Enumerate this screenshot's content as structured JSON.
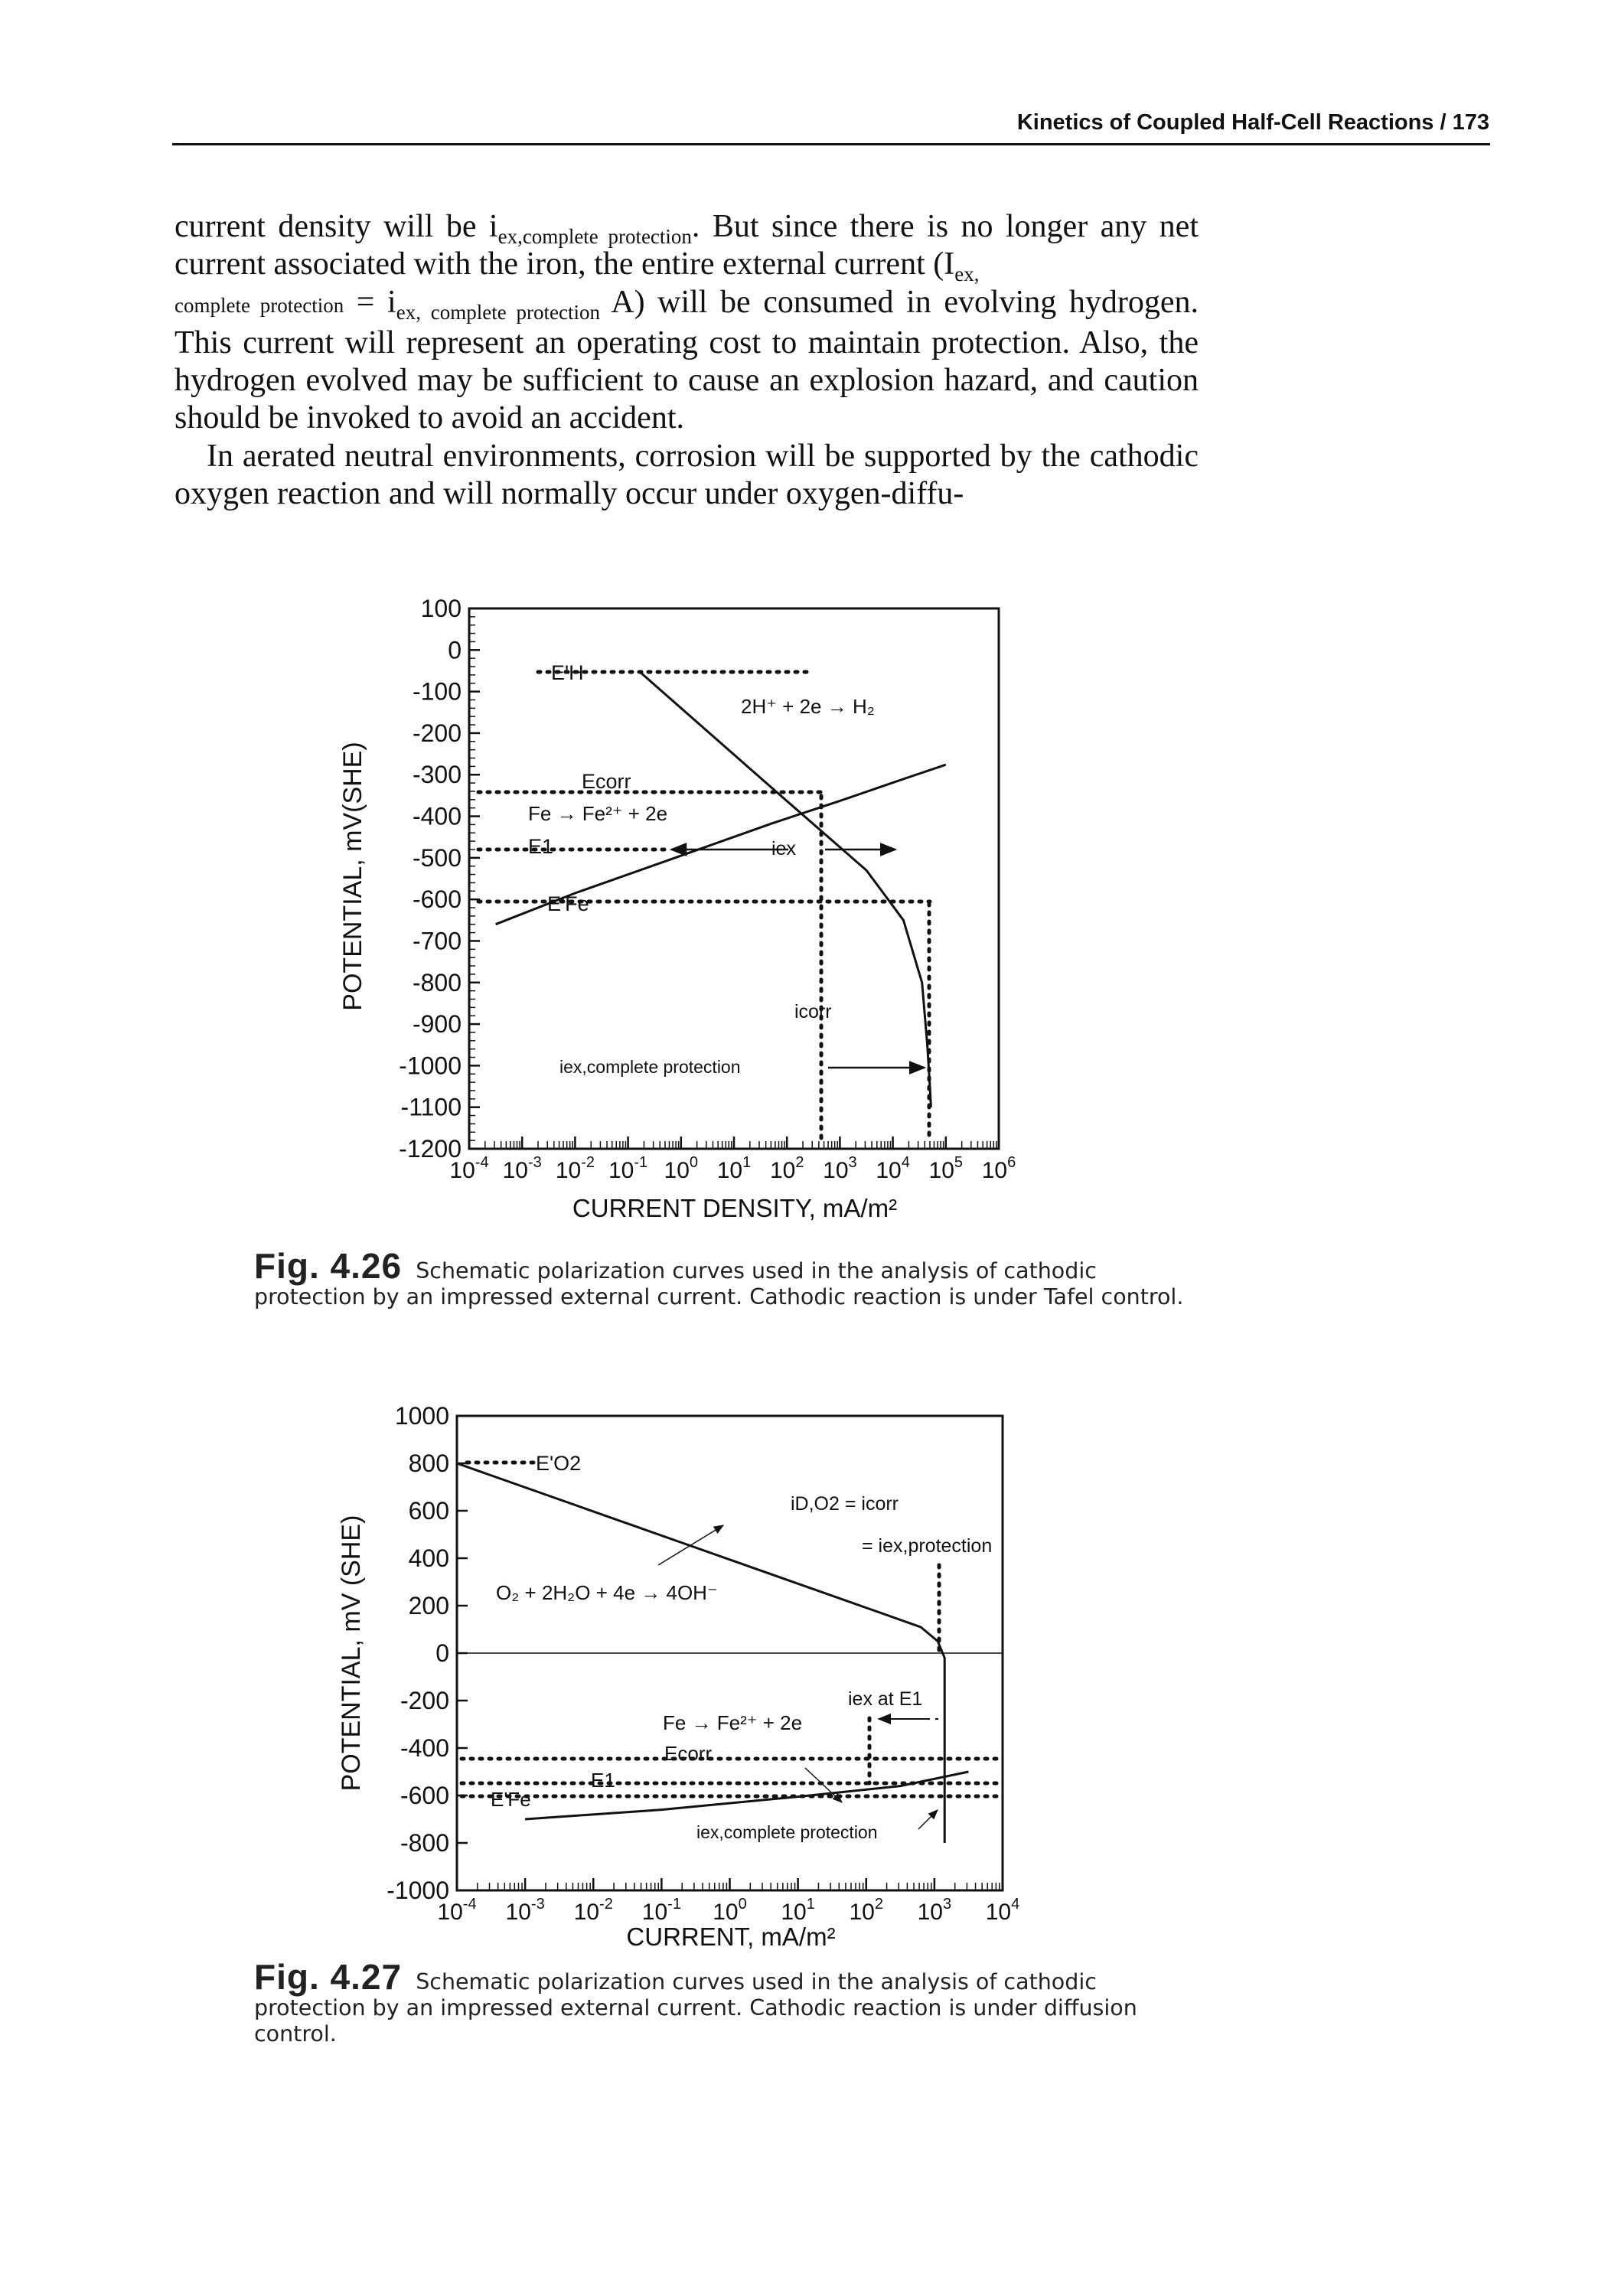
{
  "running_head": "Kinetics of Coupled Half-Cell Reactions / 173",
  "paragraph1": {
    "t1": "current density will be i",
    "s1": "ex,complete protection",
    "t2": ". But since there is no longer any net current associated with the iron, the entire external current (I",
    "s2": "ex,",
    "s3": "complete protection",
    "t3": " = i",
    "s4": "ex, complete protection",
    "t4": " A) will be consumed in evolving hydrogen. This current will represent an operating cost to maintain protection. Also, the hydrogen evolved may be sufficient to cause an explosion hazard, and caution should be invoked to avoid an accident."
  },
  "paragraph2": "In aerated neutral environments, corrosion will be supported by the cathodic oxygen reaction and will normally occur under oxygen-diffu-",
  "chart_data": [
    {
      "type": "line",
      "ylabel": "POTENTIAL, mV(SHE)",
      "xlabel": "CURRENT DENSITY, mA/m²",
      "ylim": [
        -1200,
        100
      ],
      "xlim_log10": [
        -4,
        6
      ],
      "y_ticks": [
        "100",
        "0",
        "-100",
        "-200",
        "-300",
        "-400",
        "-500",
        "-600",
        "-700",
        "-800",
        "-900",
        "-1000",
        "-1100",
        "-1200"
      ],
      "x_tick_exponents": [
        "-4",
        "-3",
        "-2",
        "-1",
        "0",
        "1",
        "2",
        "3",
        "4",
        "5",
        "6"
      ],
      "series": [
        {
          "name": "2H⁺ + 2e → H₂",
          "x_log10": [
            -0.8,
            1.7,
            3.5,
            4.2,
            4.55,
            4.65,
            4.7,
            4.72
          ],
          "y": [
            -50,
            -330,
            -530,
            -650,
            -800,
            -950,
            -1050,
            -1100
          ]
        },
        {
          "name": "Fe → Fe²⁺ + 2e",
          "x_log10": [
            -3.5,
            -2.0,
            0.0,
            1.7,
            3.0,
            4.3,
            5.0
          ],
          "y": [
            -660,
            -585,
            -495,
            -418,
            -363,
            -306,
            -276
          ]
        }
      ],
      "labels": {
        "eh": "E'H",
        "ecorr": "Ecorr",
        "e1": "E1",
        "efe": "E'Fe",
        "iex": "iex",
        "icorr": "icorr",
        "iex_complete": "iex,complete protection"
      }
    },
    {
      "type": "line",
      "ylabel": "POTENTIAL, mV (SHE)",
      "xlabel": "CURRENT, mA/m²",
      "ylim": [
        -1000,
        1000
      ],
      "xlim_log10": [
        -4,
        4
      ],
      "y_ticks": [
        "1000",
        "800",
        "600",
        "400",
        "200",
        "0",
        "-200",
        "-400",
        "-600",
        "-800",
        "-1000"
      ],
      "x_tick_exponents": [
        "-4",
        "-3",
        "-2",
        "-1",
        "0",
        "1",
        "2",
        "3",
        "4"
      ],
      "series": [
        {
          "name": "O₂ + 2H₂O + 4e → 4OH⁻",
          "x_log10": [
            -4.0,
            2.8,
            3.05,
            3.15,
            3.15
          ],
          "y": [
            800,
            110,
            50,
            -20,
            -800
          ]
        },
        {
          "name": "Fe → Fe²⁺ + 2e",
          "x_log10": [
            -3.0,
            -1.0,
            1.0,
            2.5,
            3.5
          ],
          "y": [
            -700,
            -660,
            -605,
            -560,
            -500
          ]
        }
      ],
      "labels": {
        "eo2": "E'O2",
        "ecorr": "Ecorr",
        "e1": "E1",
        "efe": "E'Fe",
        "id_line1": "iD,O2 = icorr",
        "id_line2": "= iex,protection",
        "iex_at_e1": "iex at E1",
        "iex_complete": "iex,complete protection"
      }
    }
  ],
  "caption1": {
    "label": "Fig. 4.26",
    "text": "Schematic polarization curves used in the analysis of cathodic protection by an impressed external current. Cathodic reaction is under Tafel control."
  },
  "caption2": {
    "label": "Fig. 4.27",
    "text": "Schematic polarization curves used in the analysis of cathodic protection by an impressed external current. Cathodic reaction is under diffusion control."
  }
}
